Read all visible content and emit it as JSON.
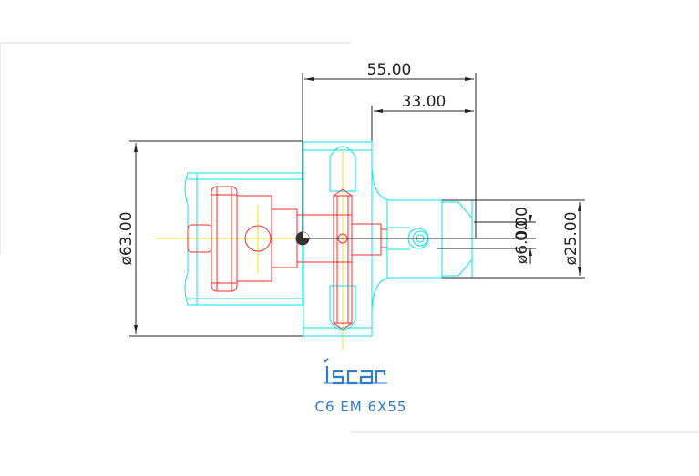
{
  "dimensions": {
    "length_overall": "55.00",
    "length_inner": "33.00",
    "diameter_flange": "ø63.00",
    "diameter_shank": "ø25.00",
    "diameter_bore": "ø6.00",
    "offset": "0.00"
  },
  "logo": {
    "brand": "iscar"
  },
  "caption": "C6  EM  6X55",
  "colors": {
    "outline": "#00e6f0",
    "section": "#ff2a2a",
    "dimension": "#222222",
    "centerline": "#f4e400",
    "brand": "#2c7bd6"
  }
}
